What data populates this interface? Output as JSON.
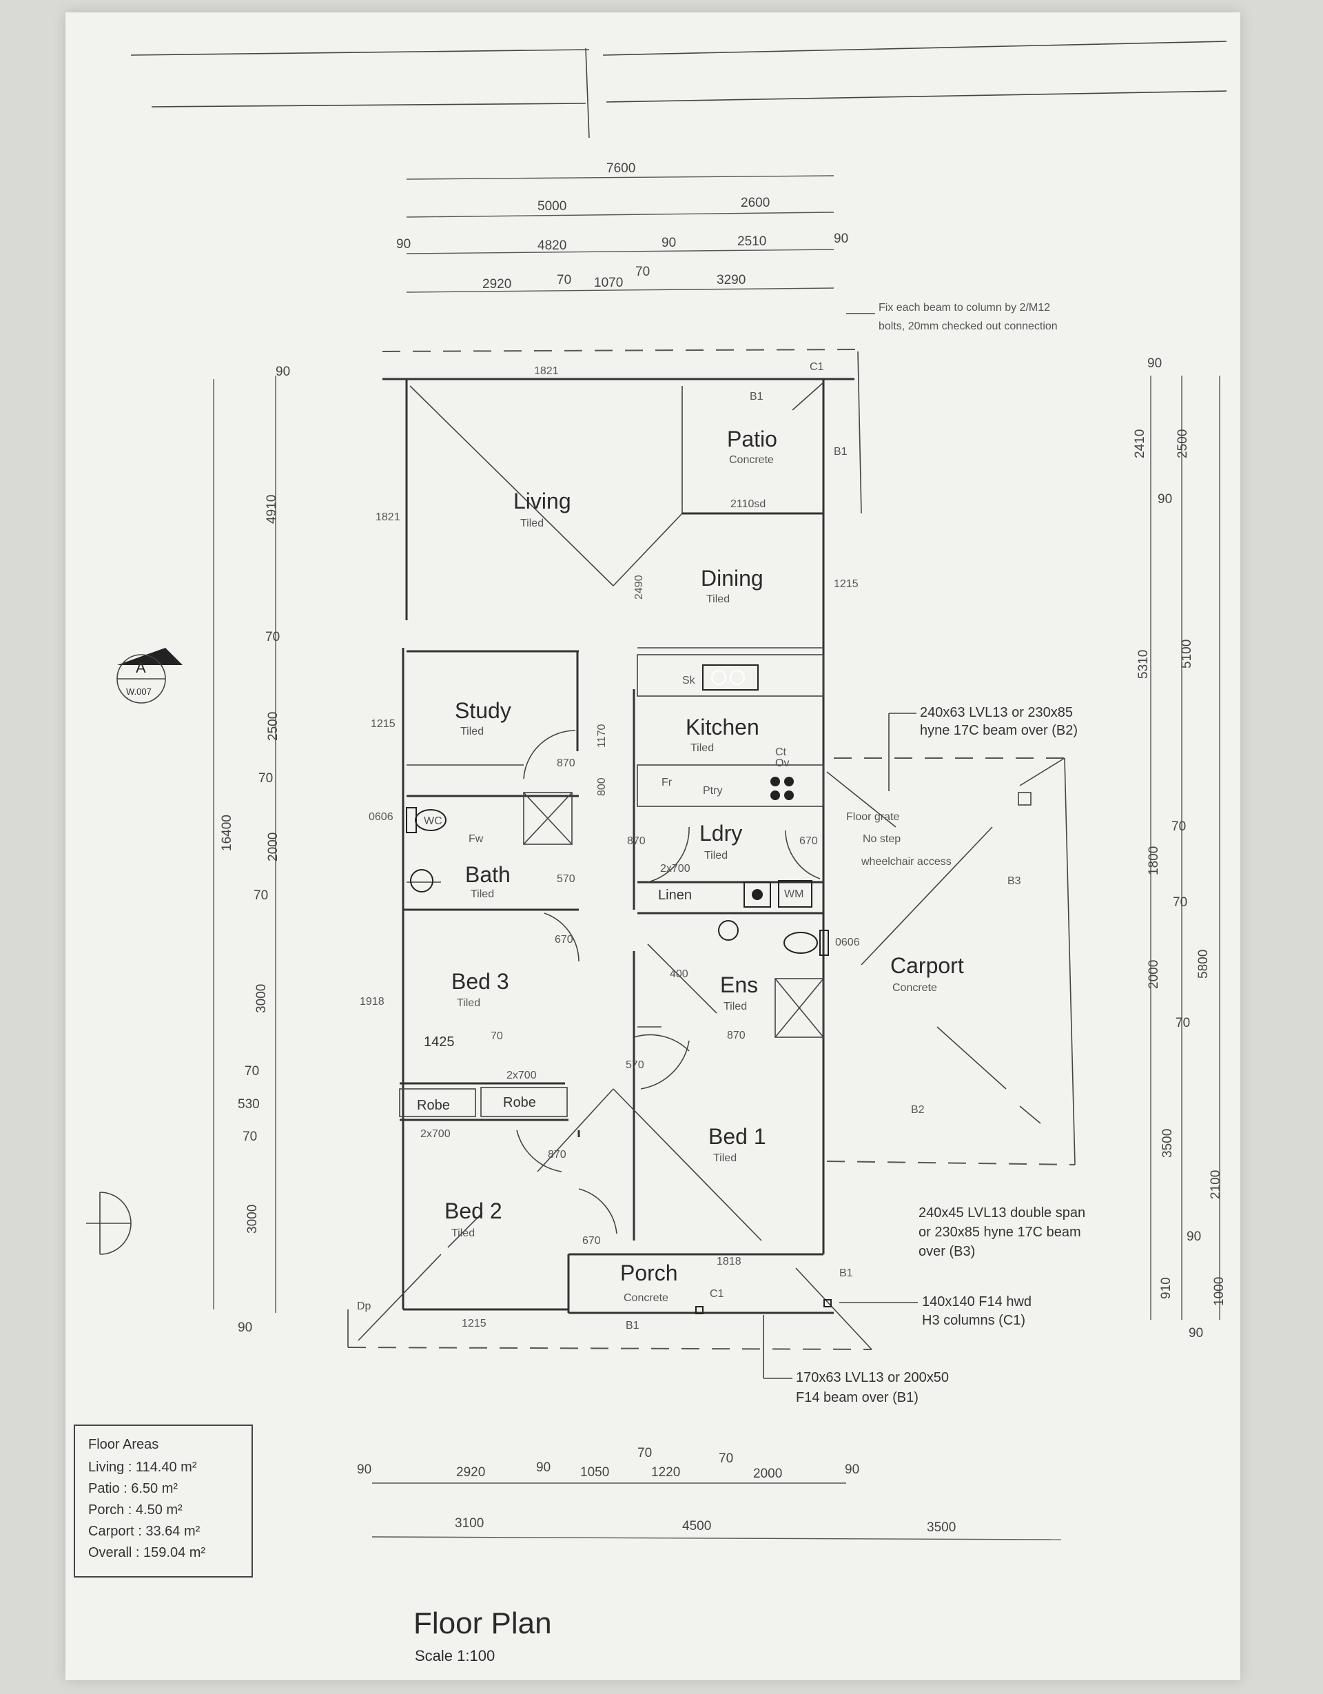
{
  "title": "Floor Plan",
  "scale": "Scale 1:100",
  "rooms": {
    "living": {
      "name": "Living",
      "finish": "Tiled"
    },
    "patio": {
      "name": "Patio",
      "finish": "Concrete"
    },
    "dining": {
      "name": "Dining",
      "finish": "Tiled"
    },
    "study": {
      "name": "Study",
      "finish": "Tiled"
    },
    "kitchen": {
      "name": "Kitchen",
      "finish": "Tiled"
    },
    "laundry": {
      "name": "Ldry",
      "finish": "Tiled"
    },
    "bath": {
      "name": "Bath",
      "finish": "Tiled"
    },
    "bed3": {
      "name": "Bed 3",
      "finish": "Tiled"
    },
    "ensuite": {
      "name": "Ens",
      "finish": "Tiled"
    },
    "carport": {
      "name": "Carport",
      "finish": "Concrete"
    },
    "bed2": {
      "name": "Bed 2",
      "finish": "Tiled"
    },
    "bed1": {
      "name": "Bed 1",
      "finish": "Tiled"
    },
    "porch": {
      "name": "Porch",
      "finish": "Concrete"
    }
  },
  "fixtures": {
    "pantry": "Ptry",
    "linen": "Linen",
    "robe_left": "Robe",
    "robe_right": "Robe",
    "sink": "Sk",
    "fridge": "Fr",
    "cooktop": "Ct",
    "oven": "Ov",
    "washer": "WM",
    "wc": "WC",
    "floor_waste": "Fw"
  },
  "top_dims": {
    "overall": "7600",
    "left": "5000",
    "right": "2600",
    "row3": [
      "90",
      "4820",
      "90",
      "2510",
      "90"
    ],
    "row4": [
      "2920",
      "70",
      "1070",
      "70",
      "3290"
    ]
  },
  "left_dims": [
    "90",
    "4910",
    "70",
    "2500",
    "70",
    "2000",
    "70",
    "3000",
    "70",
    "530",
    "70",
    "3000",
    "90",
    "16400"
  ],
  "right_dims": [
    "90",
    "2410",
    "2500",
    "90",
    "5310",
    "5100",
    "70",
    "1800",
    "70",
    "2000",
    "5800",
    "70",
    "3500",
    "2100",
    "90",
    "910",
    "1000",
    "90"
  ],
  "bottom_dims": {
    "row1": [
      "90",
      "2920",
      "90",
      "1050",
      "70",
      "1220",
      "70",
      "2000",
      "90"
    ],
    "row2": [
      "3100",
      "4500",
      "3500"
    ]
  },
  "interior_dims": [
    "1821",
    "1821",
    "2110sd",
    "2490",
    "1215",
    "1215",
    "870",
    "1170",
    "800",
    "870",
    "670",
    "570",
    "2x700",
    "670",
    "0606",
    "0606",
    "1918",
    "1425",
    "70",
    "2x700",
    "2x700",
    "870",
    "570",
    "400",
    "870",
    "670",
    "1818",
    "1215"
  ],
  "labels": {
    "c1_top": "C1",
    "b1_patio": "B1",
    "b1_side": "B1",
    "b3": "B3",
    "b2": "B2",
    "b1_bottom": "B1",
    "c1_porch": "C1",
    "b1_porch": "B1",
    "dp": "Dp",
    "floor_grate": "Floor grate",
    "no_step": "No step",
    "wheelchair": "wheelchair access",
    "section": "A",
    "section_ref": "W.007"
  },
  "notes": {
    "bolts": [
      "Fix each beam to column by 2/M12",
      "bolts, 20mm checked out connection"
    ],
    "b2": [
      "240x63 LVL13 or 230x85",
      "hyne 17C beam over (B2)"
    ],
    "b3": [
      "240x45 LVL13 double span",
      "or 230x85 hyne 17C beam",
      "over (B3)"
    ],
    "c1": [
      "140x140 F14 hwd",
      "H3 columns (C1)"
    ],
    "b1": [
      "170x63 LVL13 or 200x50",
      "F14 beam over (B1)"
    ]
  },
  "floor_areas": {
    "heading": "Floor Areas",
    "items": [
      "Living : 114.40 m²",
      "Patio : 6.50 m²",
      "Porch : 4.50 m²",
      "Carport : 33.64 m²",
      "Overall : 159.04 m²"
    ]
  }
}
